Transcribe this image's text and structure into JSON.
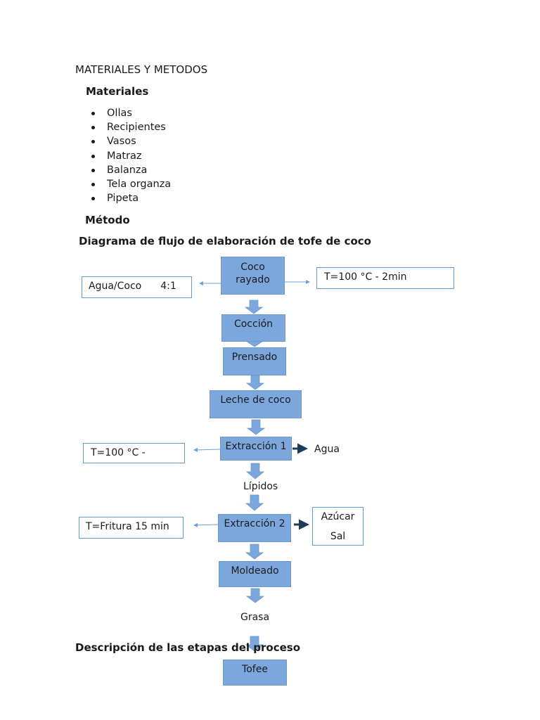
{
  "heading": "MATERIALES Y METODOS",
  "materials": {
    "title": "Materiales",
    "items": [
      "Ollas",
      "Recipientes",
      "Vasos",
      "Matraz",
      "Balanza",
      "Tela organza",
      "Pipeta"
    ]
  },
  "method": {
    "title": "Método",
    "diagram_title": "Diagrama de flujo de elaboración de tofe de coco"
  },
  "flow": {
    "coco_line1": "Coco",
    "coco_line2": "rayado",
    "ratio_label": "Agua/Coco",
    "ratio_value": "4:1",
    "temp_coccion": "T=100 °C - 2min",
    "coccion": "Cocción",
    "prensado": "Prensado",
    "leche": "Leche de coco",
    "extraccion1": "Extracción 1",
    "temp_extraccion1": "T=100 °C -",
    "agua": "Agua",
    "lipidos": "Lípidos",
    "extraccion2": "Extracción 2",
    "temp_fritura": "T=Fritura  15 min",
    "azucar": "Azúcar",
    "sal": "Sal",
    "moldeado": "Moldeado",
    "grasa": "Grasa",
    "tofee": "Tofee"
  },
  "description_title": "Descripción de las etapas del proceso"
}
